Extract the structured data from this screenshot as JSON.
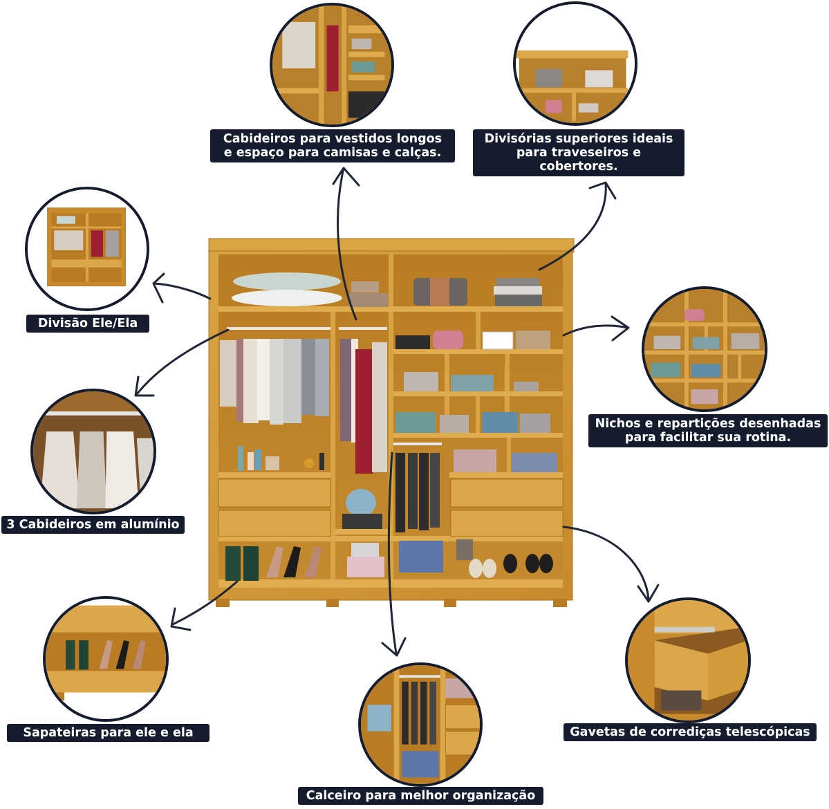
{
  "callouts": {
    "long_hangers": {
      "line1": "Cabideiros para vestidos longos",
      "line2": "e espaço para camisas e calças."
    },
    "upper_dividers": {
      "line1": "Divisórias superiores ideais",
      "line2": "para traveseiros e cobertores."
    },
    "his_hers": {
      "text": "Divisão Ele/Ela"
    },
    "niches": {
      "line1": "Nichos e repartições desenhadas",
      "line2": "para facilitar sua rotina."
    },
    "hanger_rods": {
      "text": "3 Cabideiros em alumínio"
    },
    "shoe_racks": {
      "text": "Sapateiras para ele e ela"
    },
    "drawers": {
      "text": "Gavetas de corrediças telescópicas"
    },
    "pants_rack": {
      "text": "Calceiro para melhor organização"
    }
  },
  "colors": {
    "label_background": "#141c2e",
    "label_text": "#ffffff",
    "wood": "#d49a35",
    "wood_dark": "#a8711e",
    "arrow": "#1f2636"
  }
}
